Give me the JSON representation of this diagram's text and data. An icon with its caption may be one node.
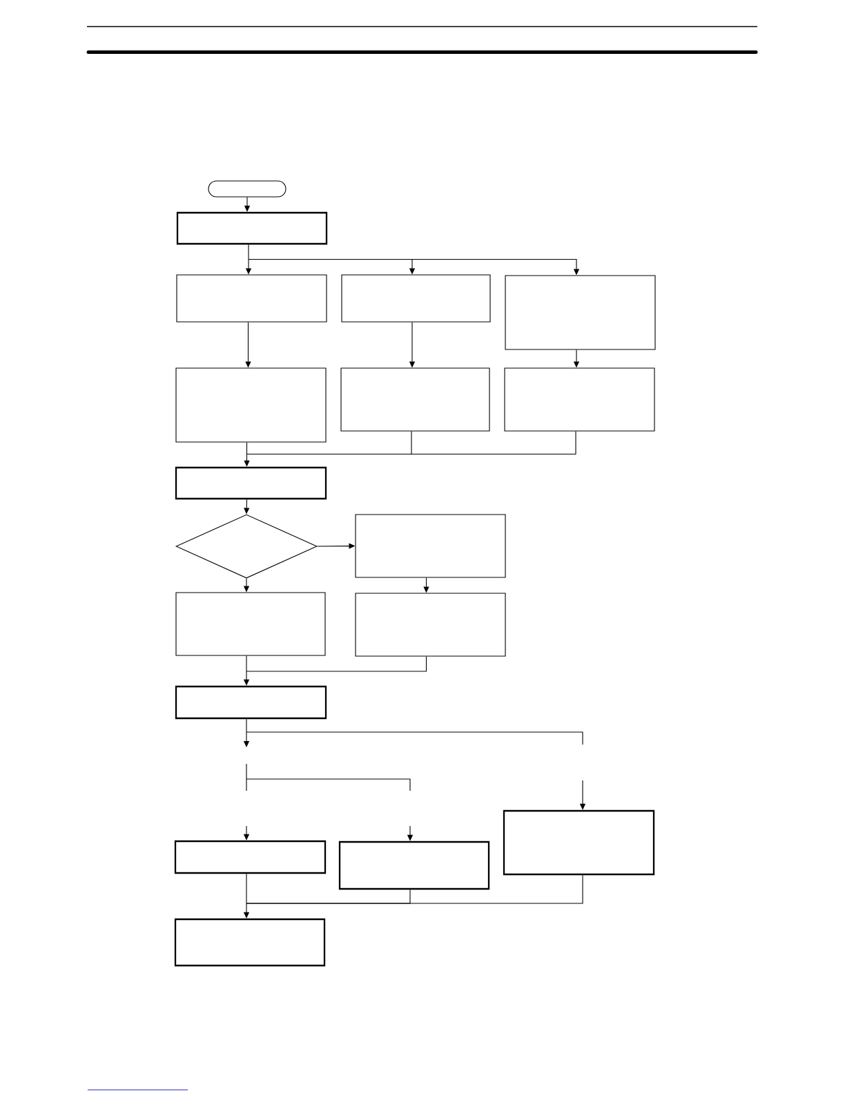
{
  "diagram": {
    "nodes": [
      {
        "text": [],
        "shape": "pill"
      },
      {
        "text": [],
        "shape": "box"
      },
      {
        "text": [],
        "shape": "box"
      },
      {
        "text": [],
        "shape": "box"
      },
      {
        "text": [],
        "shape": "box"
      },
      {
        "text": [],
        "shape": "box"
      },
      {
        "text": [],
        "shape": "box"
      },
      {
        "text": [],
        "shape": "box"
      },
      {
        "text": [],
        "shape": "box"
      },
      {
        "text": [],
        "shape": "diamond"
      },
      {
        "text": [],
        "shape": "box"
      },
      {
        "text": [],
        "shape": "box"
      },
      {
        "text": [],
        "shape": "box"
      },
      {
        "text": [],
        "shape": "box"
      },
      {
        "text": [],
        "shape": "box"
      },
      {
        "text": [],
        "shape": "box"
      },
      {
        "text": [],
        "shape": "box"
      },
      {
        "text": [],
        "shape": "box"
      }
    ],
    "edges": [
      {
        "from": 0,
        "to": 1,
        "arrow": "to"
      },
      {
        "from": 1,
        "to": 2,
        "arrow": "to"
      },
      {
        "from": 1,
        "to": 3,
        "arrow": "to"
      },
      {
        "from": 1,
        "to": 4,
        "arrow": "to"
      },
      {
        "from": 2,
        "to": 5,
        "arrow": "to"
      },
      {
        "from": 3,
        "to": 6,
        "arrow": "to"
      },
      {
        "from": 4,
        "to": 7,
        "arrow": "to"
      },
      {
        "from": 5,
        "to": 8,
        "arrow": "to"
      },
      {
        "from": 6,
        "to": 8,
        "arrow": "to"
      },
      {
        "from": 7,
        "to": 8,
        "arrow": "to"
      },
      {
        "from": 8,
        "to": 9,
        "arrow": "to"
      },
      {
        "from": 9,
        "to": 11,
        "arrow": "to"
      },
      {
        "from": 9,
        "to": 10,
        "arrow": "to"
      },
      {
        "from": 10,
        "to": 12,
        "arrow": "to"
      },
      {
        "from": 11,
        "to": 13,
        "arrow": "to"
      },
      {
        "from": 12,
        "to": 13,
        "arrow": "to"
      },
      {
        "from": 13,
        "to": null,
        "arrow": "to"
      },
      {
        "from": null,
        "to": 14,
        "arrow": "to"
      },
      {
        "from": null,
        "to": 15,
        "arrow": "to"
      },
      {
        "from": null,
        "to": 16,
        "arrow": "to"
      },
      {
        "from": 14,
        "to": 17,
        "arrow": "to"
      },
      {
        "from": 15,
        "to": 17,
        "arrow": "to"
      },
      {
        "from": 16,
        "to": 17,
        "arrow": "to"
      }
    ]
  }
}
